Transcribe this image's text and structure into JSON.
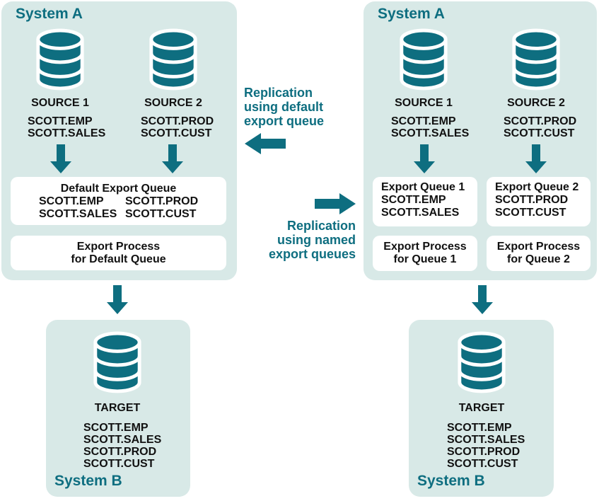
{
  "colors": {
    "teal": "#0e6e80",
    "panel_bg": "#d8e9e7",
    "box_bg": "#ffffff",
    "text": "#111111"
  },
  "icons": {
    "database": "db-cylinder",
    "arrow_down": "▼",
    "arrow_left": "◀",
    "arrow_right": "▶"
  },
  "middle": {
    "default_label": {
      "line1": "Replication",
      "line2": "using default",
      "line3": "export queue"
    },
    "named_label": {
      "line1": "Replication",
      "line2": "using named",
      "line3": "export queues"
    }
  },
  "left_a": {
    "title": "System A",
    "sources": [
      {
        "name": "SOURCE 1",
        "tables": [
          "SCOTT.EMP",
          "SCOTT.SALES"
        ]
      },
      {
        "name": "SOURCE 2",
        "tables": [
          "SCOTT.PROD",
          "SCOTT.CUST"
        ]
      }
    ],
    "default_queue": {
      "title": "Default Export Queue",
      "columns": [
        [
          "SCOTT.EMP",
          "SCOTT.SALES"
        ],
        [
          "SCOTT.PROD",
          "SCOTT.CUST"
        ]
      ]
    },
    "process": {
      "line1": "Export Process",
      "line2": "for Default Queue"
    }
  },
  "right_a": {
    "title": "System A",
    "sources": [
      {
        "name": "SOURCE 1",
        "tables": [
          "SCOTT.EMP",
          "SCOTT.SALES"
        ]
      },
      {
        "name": "SOURCE 2",
        "tables": [
          "SCOTT.PROD",
          "SCOTT.CUST"
        ]
      }
    ],
    "queues": [
      {
        "title": "Export Queue 1",
        "tables": [
          "SCOTT.EMP",
          "SCOTT.SALES"
        ]
      },
      {
        "title": "Export Queue 2",
        "tables": [
          "SCOTT.PROD",
          "SCOTT.CUST"
        ]
      }
    ],
    "processes": [
      {
        "line1": "Export Process",
        "line2": "for Queue 1"
      },
      {
        "line1": "Export Process",
        "line2": "for Queue 2"
      }
    ]
  },
  "left_b": {
    "title": "System B",
    "target": {
      "name": "TARGET",
      "tables": [
        "SCOTT.EMP",
        "SCOTT.SALES",
        "SCOTT.PROD",
        "SCOTT.CUST"
      ]
    }
  },
  "right_b": {
    "title": "System B",
    "target": {
      "name": "TARGET",
      "tables": [
        "SCOTT.EMP",
        "SCOTT.SALES",
        "SCOTT.PROD",
        "SCOTT.CUST"
      ]
    }
  }
}
